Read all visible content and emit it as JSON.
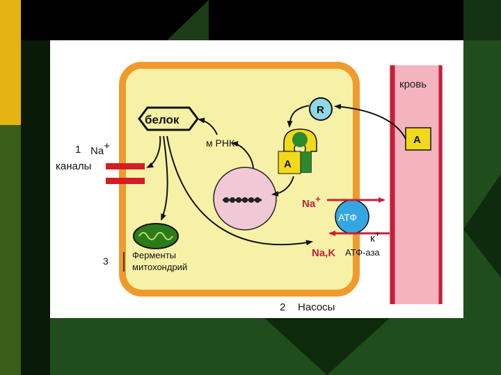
{
  "labels": {
    "protein": "белок",
    "mrna": "м РНК",
    "receptor": "R",
    "hormone_cell": "A",
    "hormone_blood": "A",
    "blood": "кровь",
    "channel_number": "1",
    "na_channel": "Na",
    "na_channel_charge": "+",
    "channels": "каналы",
    "na_pump": "Na",
    "na_pump_charge": "+",
    "atp": "АТФ",
    "k": "к",
    "k_charge": "+",
    "nak": "Na,K",
    "atpase": "АТФ-аза",
    "enzymes_number": "3",
    "enzymes_line1": "Ферменты",
    "enzymes_line2": "митохондрий",
    "pumps_number": "2",
    "pumps": "Насосы"
  },
  "colors": {
    "cytoplasm": "#f6f1a7",
    "membrane": "#f09a2c",
    "blood_vessel": "#f4b4bd",
    "blood_wall": "#c81e3a",
    "nucleus": "#f1c8d6",
    "mitochondrion": "#2c7a1a",
    "atp_circle": "#34a7e3",
    "receptor": "#8fd8e8",
    "hormone": "#f2d91c",
    "channel": "#d41c24",
    "arrow": "#111111"
  }
}
